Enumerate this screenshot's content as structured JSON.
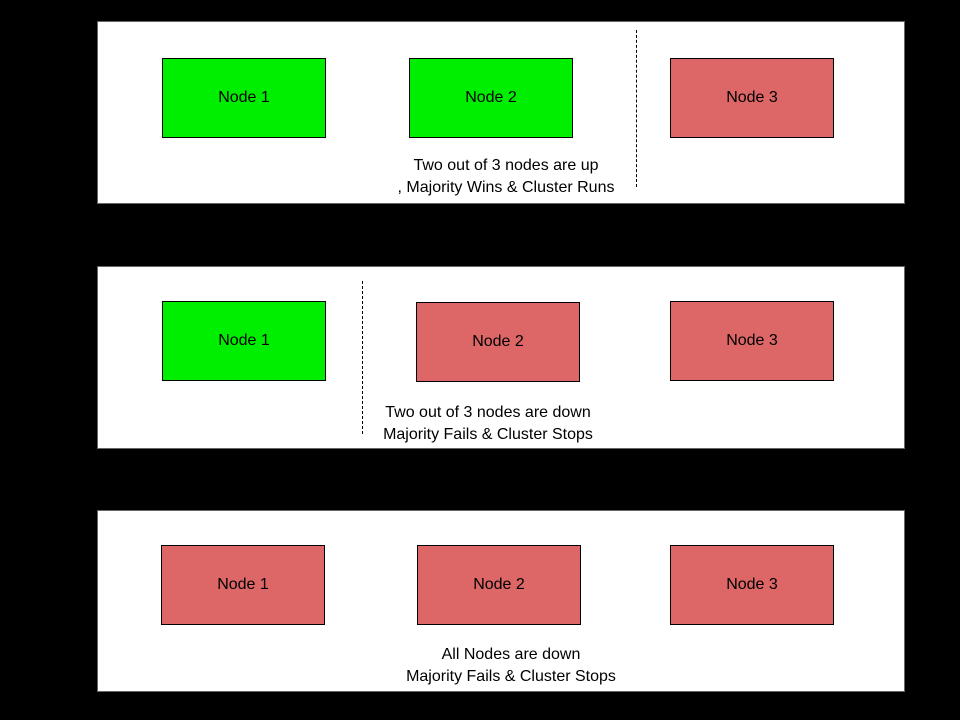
{
  "colors": {
    "background": "#000000",
    "panel_background": "#ffffff",
    "panel_border": "#666666",
    "node_up_fill": "#00ee00",
    "node_down_fill": "#dd6666",
    "node_border": "#000000",
    "divider": "#000000",
    "text": "#000000"
  },
  "panels": [
    {
      "name": "two-nodes-up",
      "nodes": [
        {
          "label": "Node 1",
          "status": "up"
        },
        {
          "label": "Node 2",
          "status": "up"
        },
        {
          "label": "Node 3",
          "status": "down"
        }
      ],
      "divider_between": "Node 2 and Node 3",
      "caption_line1": "Two out of 3 nodes are up",
      "caption_line2": ", Majority Wins & Cluster Runs"
    },
    {
      "name": "two-nodes-down",
      "nodes": [
        {
          "label": "Node 1",
          "status": "up"
        },
        {
          "label": "Node 2",
          "status": "down"
        },
        {
          "label": "Node 3",
          "status": "down"
        }
      ],
      "divider_between": "Node 1 and Node 2",
      "caption_line1": "Two out of 3 nodes are down",
      "caption_line2": "Majority Fails & Cluster Stops"
    },
    {
      "name": "all-nodes-down",
      "nodes": [
        {
          "label": "Node 1",
          "status": "down"
        },
        {
          "label": "Node 2",
          "status": "down"
        },
        {
          "label": "Node 3",
          "status": "down"
        }
      ],
      "divider_between": null,
      "caption_line1": "All Nodes are down",
      "caption_line2": "Majority Fails & Cluster Stops"
    }
  ]
}
